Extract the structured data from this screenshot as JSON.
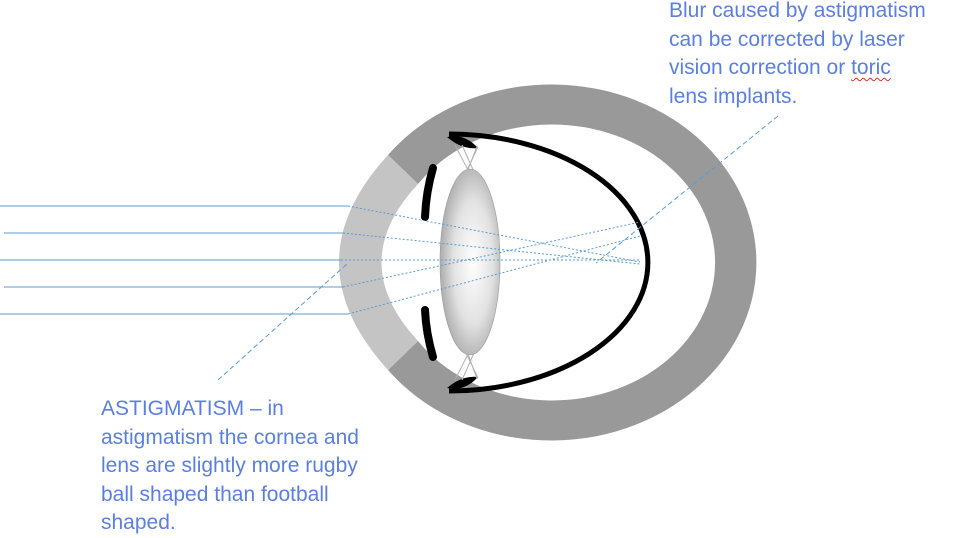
{
  "colors": {
    "text_blue": "#5b7fdc",
    "ray_blue": "#5b9bd5",
    "sclera": "#999999",
    "cornea": "#c4c4c4",
    "retina": "#000000"
  },
  "labels": {
    "right": {
      "lines": [
        "Blur caused by astigmatism",
        "can be corrected by laser",
        "vision correction or ",
        "lens implants."
      ],
      "spellcheck_word": "toric"
    },
    "left": {
      "lines": [
        "ASTIGMATISM – in",
        "astigmatism the cornea and",
        "lens are slightly more rugby",
        "ball shaped than football",
        "shaped."
      ]
    }
  }
}
